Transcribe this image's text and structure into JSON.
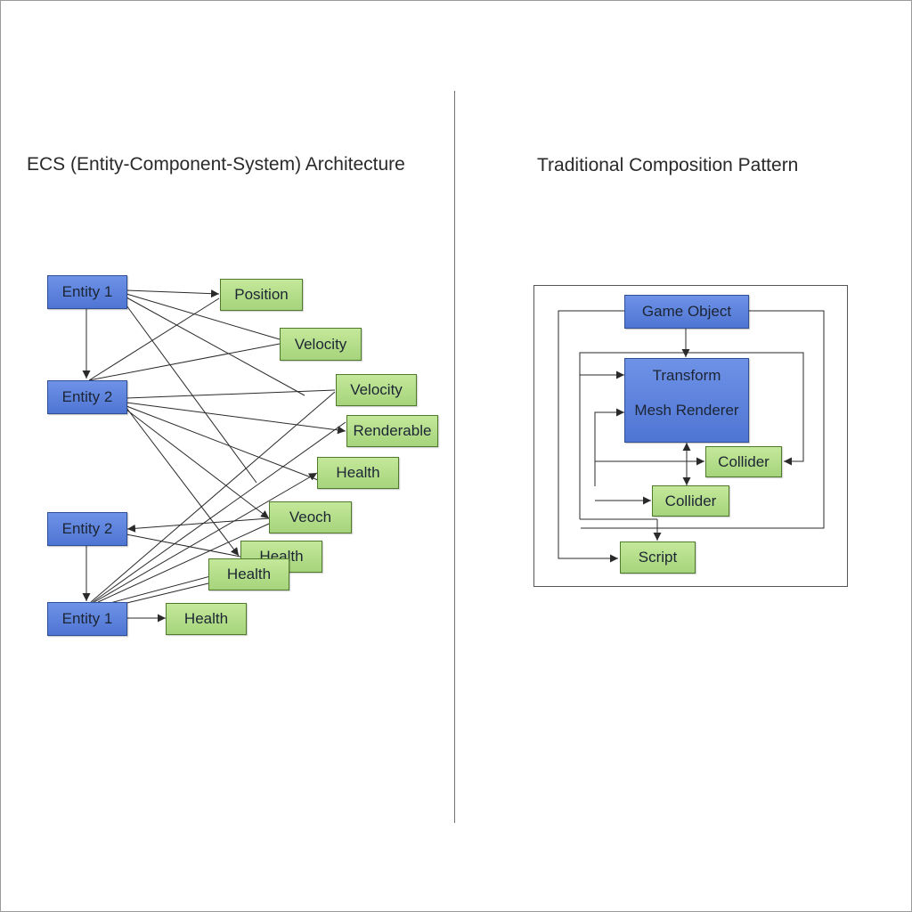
{
  "left_panel": {
    "title": "ECS (Entity-Component-System) Architecture",
    "entities": [
      "Entity 1",
      "Entity 2",
      "Entity 2",
      "Entity 1"
    ],
    "components": [
      "Position",
      "Velocity",
      "Velocity",
      "Renderable",
      "Health",
      "Veoch",
      "Health",
      "Health",
      "Health"
    ]
  },
  "right_panel": {
    "title": "Traditional Composition Pattern",
    "game_object": "Game Object",
    "transform": "Transform",
    "mesh_renderer": "Mesh Renderer",
    "collider_right": "Collider",
    "collider_lower": "Collider",
    "script": "Script"
  },
  "colors": {
    "entity_fill": "#5b80dc",
    "component_fill": "#b3dd8a",
    "line": "#2a2a2a",
    "border": "#9a9a9a"
  }
}
